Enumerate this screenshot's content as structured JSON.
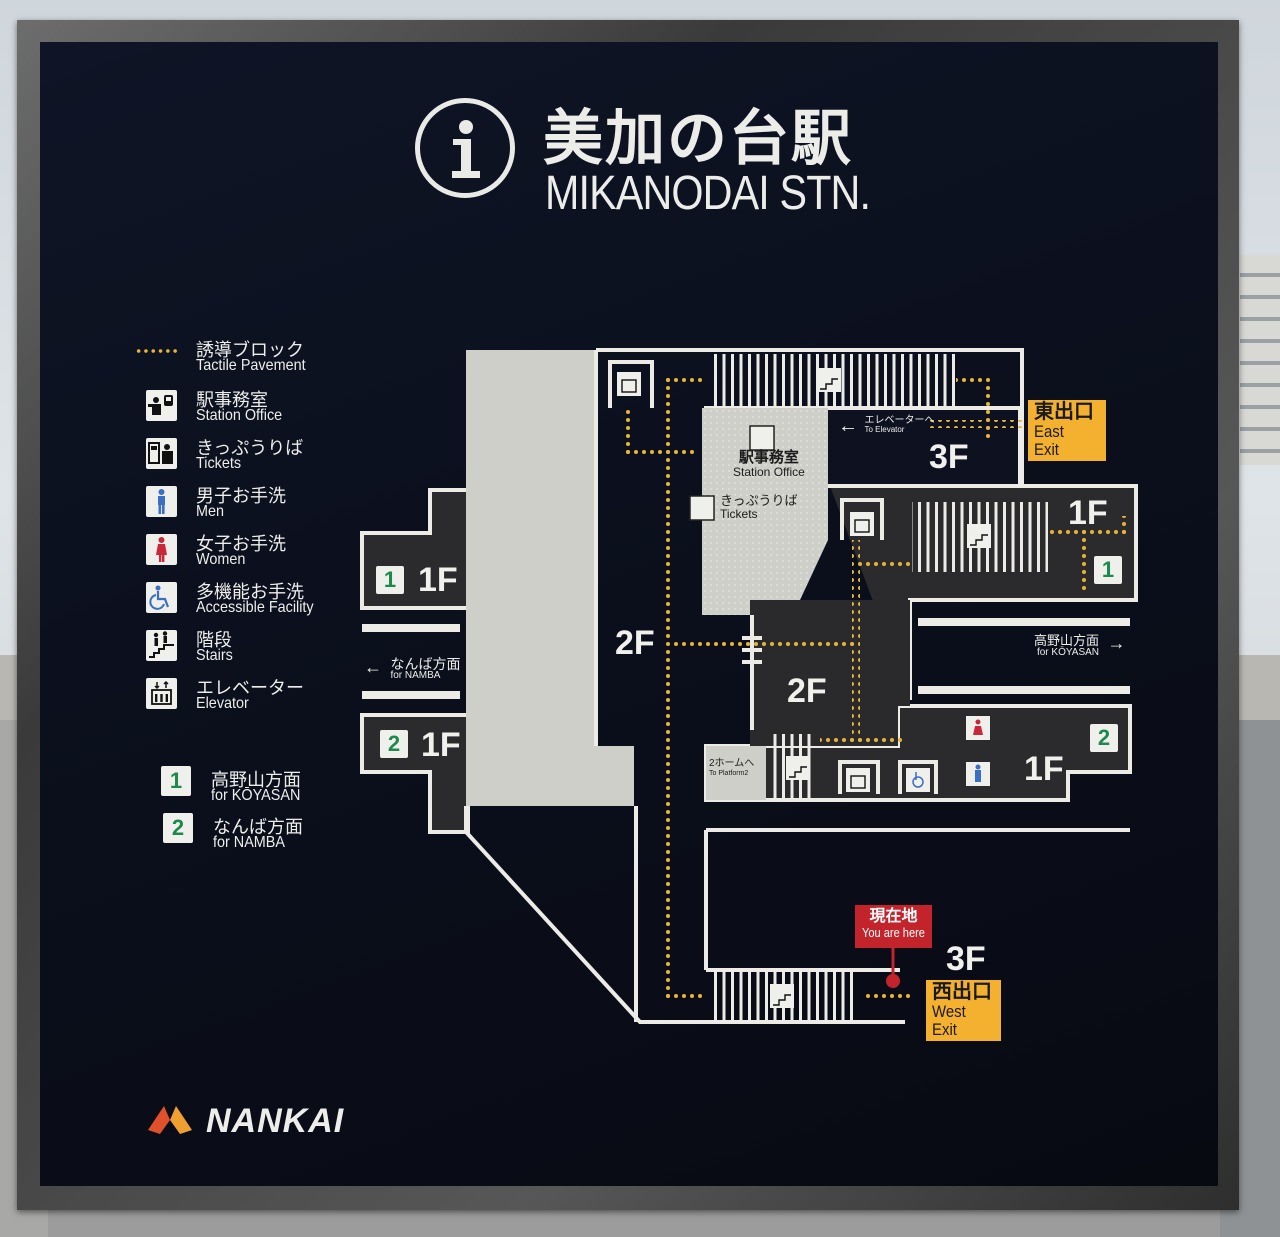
{
  "station": {
    "name_jp": "美加の台駅",
    "name_en": "MIKANODAI STN.",
    "info_icon": "info-icon"
  },
  "legend": {
    "items": [
      {
        "icon": "tactile-pavement-dots",
        "jp": "誘導ブロック",
        "en": "Tactile Pavement"
      },
      {
        "icon": "station-office-icon",
        "jp": "駅事務室",
        "en": "Station Office"
      },
      {
        "icon": "ticket-icon",
        "jp": "きっぷうりば",
        "en": "Tickets"
      },
      {
        "icon": "mens-restroom-icon",
        "jp": "男子お手洗",
        "en": "Men"
      },
      {
        "icon": "womens-restroom-icon",
        "jp": "女子お手洗",
        "en": "Women"
      },
      {
        "icon": "accessible-icon",
        "jp": "多機能お手洗",
        "en": "Accessible Facility"
      },
      {
        "icon": "stairs-icon",
        "jp": "階段",
        "en": "Stairs"
      },
      {
        "icon": "elevator-icon",
        "jp": "エレベーター",
        "en": "Elevator"
      }
    ],
    "platforms": [
      {
        "number": "1",
        "jp": "高野山方面",
        "en": "for KŌYASAN"
      },
      {
        "number": "2",
        "jp": "なんば方面",
        "en": "for NAMBA"
      }
    ]
  },
  "map": {
    "floors": {
      "left_top": "1F",
      "left_bottom": "1F",
      "center": "2F",
      "center_right": "2F",
      "top_right": "3F",
      "right_top": "1F",
      "right_bottom": "1F",
      "bottom": "3F"
    },
    "platform_badges": {
      "left_top": "1",
      "left_bottom": "2",
      "right_top": "1",
      "right_bottom": "2"
    },
    "station_office": {
      "jp": "駅事務室",
      "en": "Station Office"
    },
    "tickets": {
      "jp": "きっぷうりば",
      "en": "Tickets"
    },
    "to_elevator": {
      "jp": "エレベーターへ",
      "en": "To Elevator"
    },
    "to_platform2": {
      "jp": "2ホームへ",
      "en": "To Platform2"
    },
    "namba_direction": {
      "jp": "なんば方面",
      "en": "for NAMBA",
      "arrow": "←"
    },
    "koyasan_direction": {
      "jp": "高野山方面",
      "en": "for KŌYASAN",
      "arrow": "→"
    },
    "east_exit": {
      "jp": "東出口",
      "en": "East Exit"
    },
    "west_exit": {
      "jp": "西出口",
      "en": "West Exit"
    },
    "you_are_here": {
      "jp": "現在地",
      "en": "You are here"
    }
  },
  "brand": {
    "name": "NANKAI"
  },
  "colors": {
    "panel": "#0b0f1c",
    "line": "#ecebe6",
    "tactile": "#e8b53a",
    "exit": "#f4b12f",
    "here": "#c3242c",
    "platform_number": "#1d8a4d",
    "concourse_dark": "#2a2a2c",
    "office_fill": "#cfcfc9"
  }
}
